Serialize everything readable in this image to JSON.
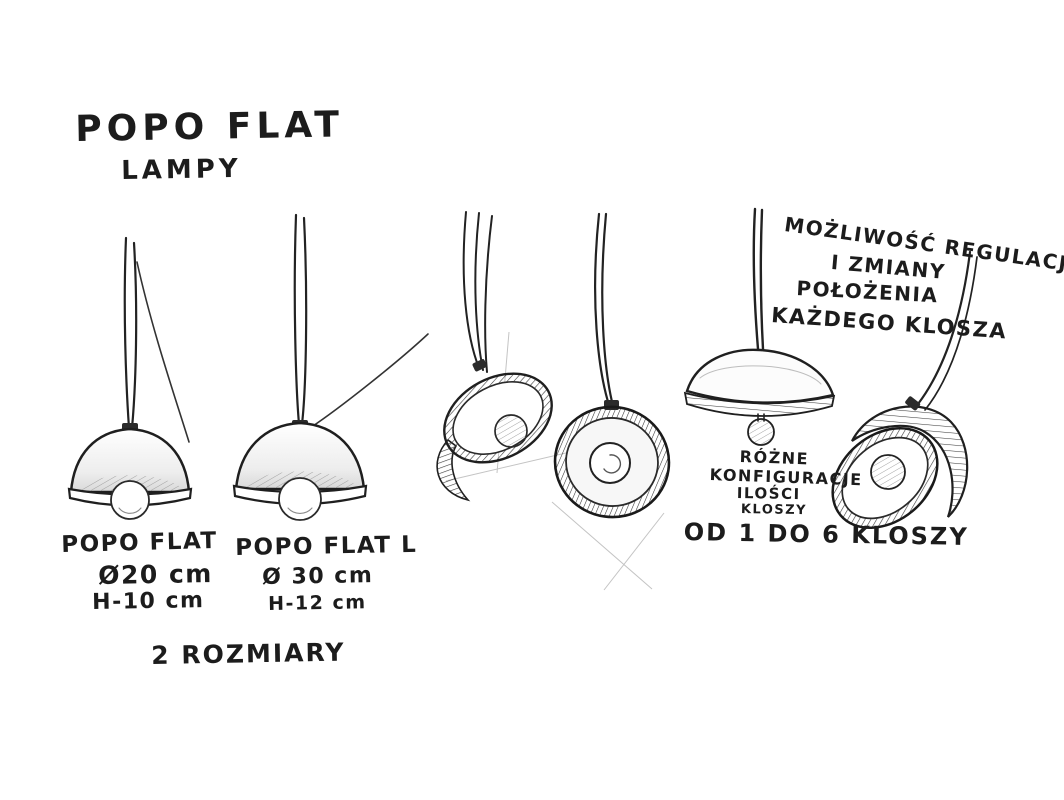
{
  "title": {
    "line1": "POPO FLAT",
    "line2": "LAMPY"
  },
  "lamps": {
    "small": {
      "name": "POPO FLAT",
      "diameter": "Ø20 cm",
      "height": "H-10 cm"
    },
    "large": {
      "name": "POPO FLAT L",
      "diameter": "Ø 30 cm",
      "height": "H-12 cm"
    }
  },
  "notes": {
    "sizes": "2 ROZMIARY",
    "adjustability": {
      "lines": [
        "MOŻLIWOŚĆ REGULACJI",
        "I ZMIANY",
        "POŁOŻENIA",
        "KAŻDEGO KLOSZA"
      ]
    },
    "configurations": {
      "lines": [
        "RÓŻNE",
        "KONFIGURACJE",
        "ILOŚCI",
        "KLOSZY"
      ]
    },
    "count": "OD 1 DO 6 KLOSZY"
  },
  "colors": {
    "ink": "#1c1c1c",
    "pencil": "#555555",
    "light_pencil": "#bdbdbd",
    "background": "#ffffff"
  }
}
